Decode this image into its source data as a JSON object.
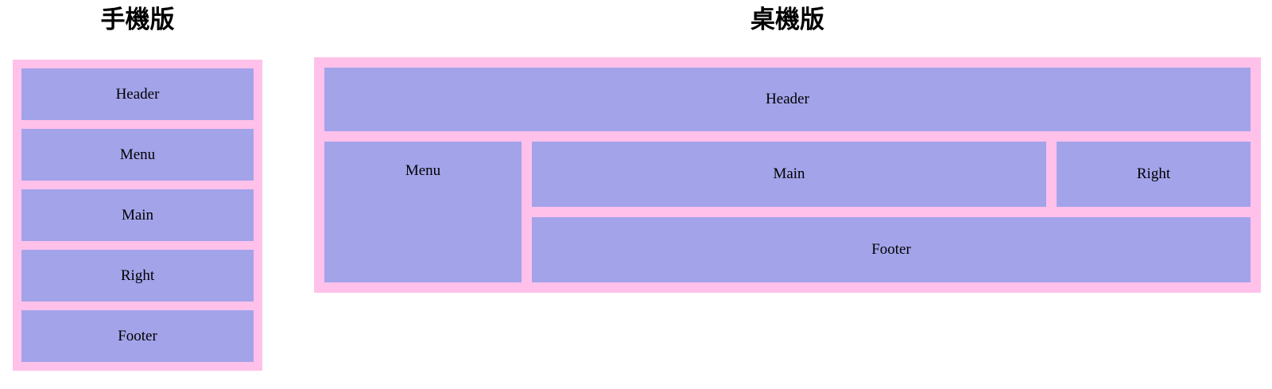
{
  "colors": {
    "container_pink": "#ffc1ea",
    "box_purple": "#a3a3ea",
    "text_color": "#000000",
    "page_bg": "#ffffff"
  },
  "mobile": {
    "title": "手機版",
    "boxes": [
      {
        "label": "Header"
      },
      {
        "label": "Menu"
      },
      {
        "label": "Main"
      },
      {
        "label": "Right"
      },
      {
        "label": "Footer"
      }
    ]
  },
  "desktop": {
    "title": "桌機版",
    "boxes": [
      {
        "label": "Header"
      },
      {
        "label": "Menu"
      },
      {
        "label": "Main"
      },
      {
        "label": "Right"
      },
      {
        "label": "Footer"
      }
    ]
  }
}
